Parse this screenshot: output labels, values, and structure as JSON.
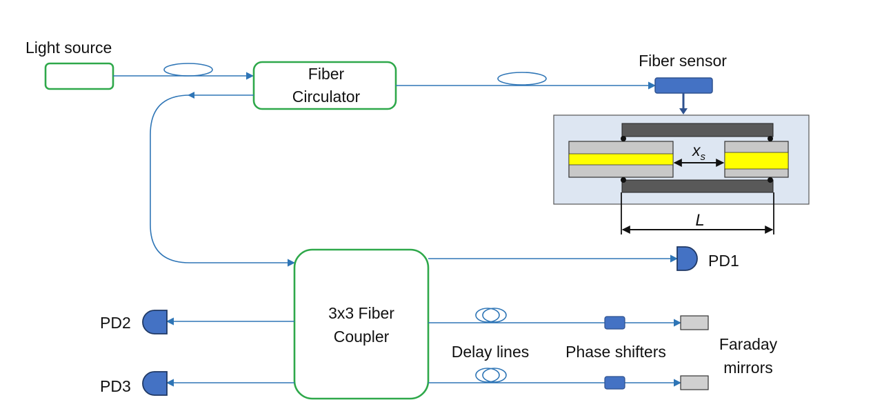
{
  "labels": {
    "light_source": "Light source",
    "circulator_line1": "Fiber",
    "circulator_line2": "Circulator",
    "fiber_sensor": "Fiber sensor",
    "xs_main": "x",
    "xs_sub": "s",
    "length": "L",
    "pd1": "PD1",
    "pd2": "PD2",
    "pd3": "PD3",
    "coupler_line1": "3x3 Fiber",
    "coupler_line2": "Coupler",
    "delay_lines": "Delay lines",
    "phase_shifters": "Phase shifters",
    "faraday_line1": "Faraday",
    "faraday_line2": "mirrors"
  },
  "colors": {
    "box_border": "#2ea84a",
    "fiber": "#2e75b6",
    "component_blue": "#4472c4",
    "sensor_bg": "#dde6f2",
    "ferrule_gray": "#c8c8c8",
    "tube_dark": "#595959",
    "core_yellow": "#ffff00",
    "mirror_gray": "#d0d0d0"
  }
}
